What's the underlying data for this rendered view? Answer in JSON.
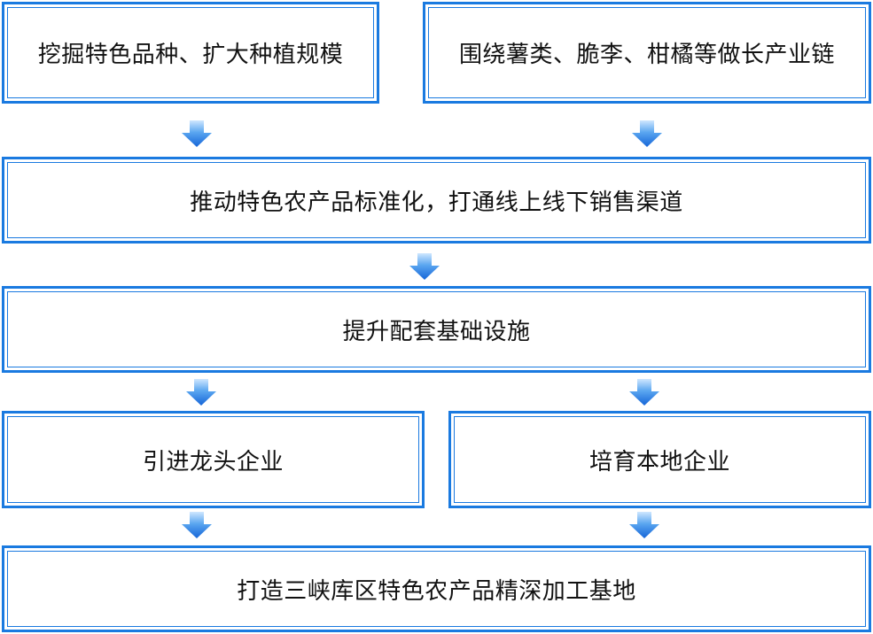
{
  "diagram": {
    "nodes": [
      {
        "id": "n1",
        "label": "挖掘特色品种、扩大种植规模"
      },
      {
        "id": "n2",
        "label": "围绕薯类、脆李、柑橘等做长产业链"
      },
      {
        "id": "n3",
        "label": "推动特色农产品标准化，打通线上线下销售渠道"
      },
      {
        "id": "n4",
        "label": "提升配套基础设施"
      },
      {
        "id": "n5",
        "label": "引进龙头企业"
      },
      {
        "id": "n6",
        "label": "培育本地企业"
      },
      {
        "id": "n7",
        "label": "打造三峡库区特色农产品精深加工基地"
      }
    ],
    "edges": [
      {
        "from": "n1",
        "to": "n3"
      },
      {
        "from": "n2",
        "to": "n3"
      },
      {
        "from": "n3",
        "to": "n4"
      },
      {
        "from": "n4",
        "to": "n5"
      },
      {
        "from": "n4",
        "to": "n6"
      },
      {
        "from": "n5",
        "to": "n7"
      },
      {
        "from": "n6",
        "to": "n7"
      }
    ],
    "colors": {
      "border": "#1a7ae0",
      "arrow_top": "#bfe0ff",
      "arrow_bottom": "#1565d8"
    }
  }
}
